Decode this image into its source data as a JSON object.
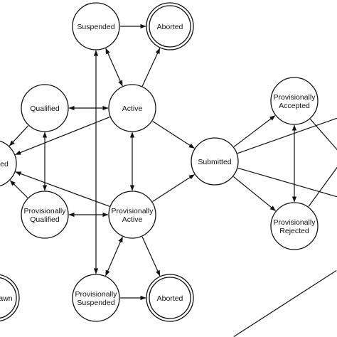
{
  "colors": {
    "line": "#111111",
    "background": "#ffffff"
  },
  "nodes": [
    {
      "id": "suspended",
      "lines": [
        "Suspended"
      ],
      "final": false
    },
    {
      "id": "aborted_top",
      "lines": [
        "Aborted"
      ],
      "final": true
    },
    {
      "id": "qualified",
      "lines": [
        "Qualified"
      ],
      "final": false
    },
    {
      "id": "active",
      "lines": [
        "Active"
      ],
      "final": false
    },
    {
      "id": "edge_left",
      "lines": [
        "ed"
      ],
      "final": false
    },
    {
      "id": "submitted",
      "lines": [
        "Submitted"
      ],
      "final": false
    },
    {
      "id": "prov_accepted",
      "lines": [
        "Provisionally",
        "Accepted"
      ],
      "final": false
    },
    {
      "id": "prov_qualified",
      "lines": [
        "Provisionally",
        "Qualified"
      ],
      "final": false
    },
    {
      "id": "prov_active",
      "lines": [
        "Provisionally",
        "Active"
      ],
      "final": false
    },
    {
      "id": "prov_rejected",
      "lines": [
        "Provisionally",
        "Rejected"
      ],
      "final": false
    },
    {
      "id": "withdrawn_partial",
      "lines": [
        "awn"
      ],
      "final": true
    },
    {
      "id": "prov_suspended",
      "lines": [
        "Provisionally",
        "Suspended"
      ],
      "final": false
    },
    {
      "id": "aborted_bottom",
      "lines": [
        "Aborted"
      ],
      "final": true
    }
  ],
  "edges": [
    {
      "from": "suspended",
      "to": "aborted_top",
      "arrow": "end"
    },
    {
      "from": "active",
      "to": "aborted_top",
      "arrow": "end"
    },
    {
      "from": "suspended",
      "to": "active",
      "arrow": "both"
    },
    {
      "from": "qualified",
      "to": "active",
      "arrow": "both"
    },
    {
      "from": "active",
      "to": "edge_left",
      "arrow": "end"
    },
    {
      "from": "active",
      "to": "submitted",
      "arrow": "end"
    },
    {
      "from": "active",
      "to": "prov_active",
      "arrow": "both"
    },
    {
      "from": "qualified",
      "to": "prov_qualified",
      "arrow": "both"
    },
    {
      "from": "qualified",
      "to": "edge_left",
      "arrow": "end"
    },
    {
      "from": "prov_qualified",
      "to": "edge_left",
      "arrow": "end"
    },
    {
      "from": "prov_active",
      "to": "edge_left",
      "arrow": "end"
    },
    {
      "from": "prov_qualified",
      "to": "prov_active",
      "arrow": "both"
    },
    {
      "from": "prov_active",
      "to": "submitted",
      "arrow": "end"
    },
    {
      "from": "prov_active",
      "to": "prov_suspended",
      "arrow": "both"
    },
    {
      "from": "prov_active",
      "to": "aborted_bottom",
      "arrow": "end"
    },
    {
      "from": "prov_suspended",
      "to": "aborted_bottom",
      "arrow": "end"
    },
    {
      "from": "prov_suspended",
      "to": "suspended",
      "arrow": "both"
    },
    {
      "from": "submitted",
      "to": "prov_accepted",
      "arrow": "end"
    },
    {
      "from": "submitted",
      "to": "prov_rejected",
      "arrow": "end"
    },
    {
      "from": "prov_accepted",
      "to": "prov_rejected",
      "arrow": "both"
    },
    {
      "from": "submitted",
      "to": "offscreen_right_a",
      "arrow": "none"
    },
    {
      "from": "submitted",
      "to": "offscreen_right_b",
      "arrow": "none"
    },
    {
      "from": "prov_accepted",
      "to": "offscreen_right_c",
      "arrow": "end"
    },
    {
      "from": "prov_rejected",
      "to": "offscreen_right_d",
      "arrow": "end"
    },
    {
      "from": "offscreen_bottom",
      "to": "offscreen_right_e",
      "arrow": "none"
    }
  ]
}
